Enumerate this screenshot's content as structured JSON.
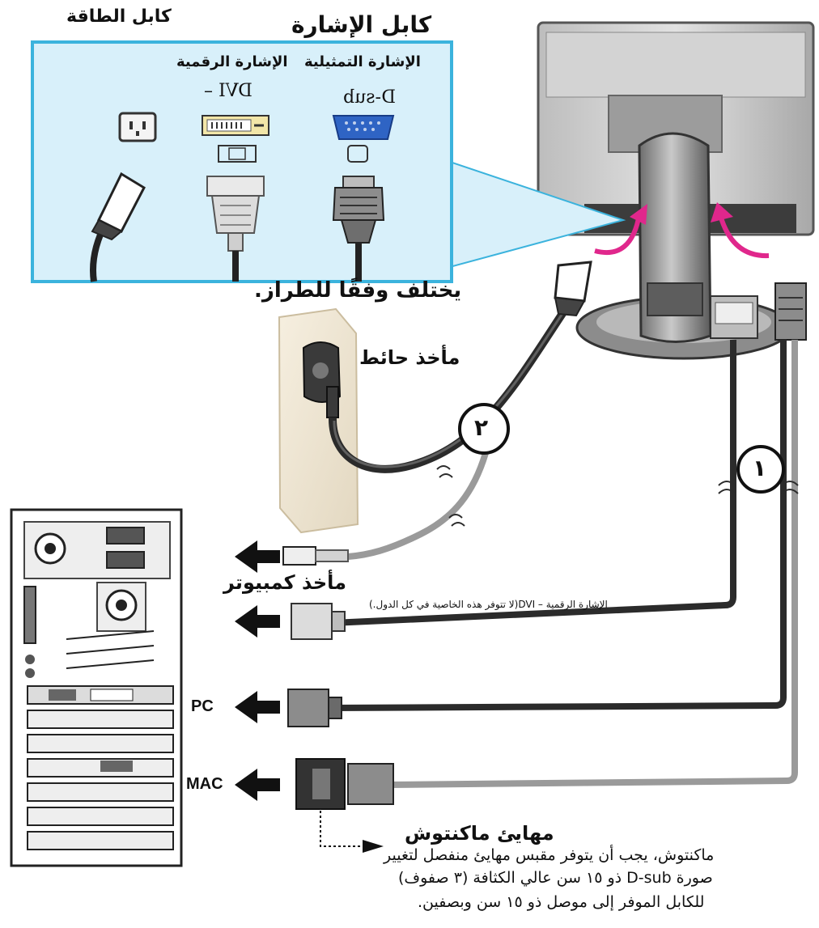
{
  "labels": {
    "power_cable": "كابل الطاقة",
    "signal_cable": "كابل الإشارة",
    "analog_signal": "الإشارة التمثيلية",
    "digital_signal": "الإشارة الرقمية",
    "dsub_mark": "D-sub",
    "dvi_mark": "DVI –",
    "varies_by_model": "يختلف وفقًا للطراز.",
    "wall_outlet": "مأخذ حائط",
    "computer_outlet": "مأخذ كمبيوتر",
    "dvi_note": "الإشارة الرقمية – DVI(لا تتوفر هذه الخاصية في كل الدول.)",
    "pc": "PC",
    "mac": "MAC",
    "mac_adapter_title": "مهايئ ماكنتوش",
    "mac_note_1": "ماكنتوش، يجب أن يتوفر مقبس مهايئ منفصل لتغيير",
    "mac_note_2": "صورة D-sub ذو ١٥ سن عالي الكثافة (٣ صفوف)",
    "mac_note_3": "للكابل الموفر إلى موصل ذو ١٥ سن وبصفين."
  },
  "steps": {
    "one": "١",
    "two": "٢"
  },
  "colors": {
    "panel_fill": "#d8f0fa",
    "panel_border": "#3bb3dd",
    "arrow_magenta": "#e0278c",
    "cable_dark": "#2b2b2b",
    "cable_gray": "#9a9a9a",
    "vga_blue": "#2f64c4",
    "dvi_yellow": "#f2e6a8"
  }
}
